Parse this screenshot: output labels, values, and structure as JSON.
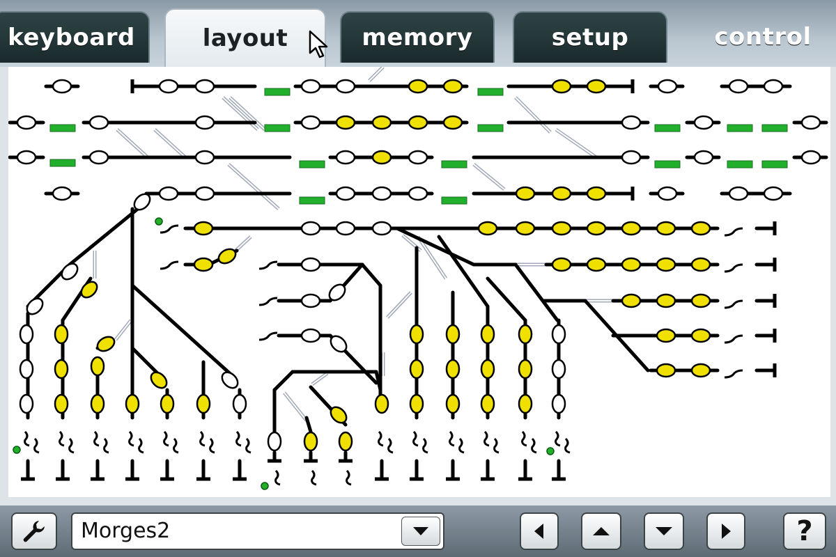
{
  "tabs": [
    {
      "label": "keyboard",
      "active": false
    },
    {
      "label": "layout",
      "active": true
    },
    {
      "label": "memory",
      "active": false
    },
    {
      "label": "setup",
      "active": false
    },
    {
      "label": "control",
      "active": false
    }
  ],
  "bottom_bar": {
    "layout_name": "Morges2",
    "help_label": "?",
    "icons": {
      "settings": "wrench-icon",
      "dropdown": "chevron-down-icon",
      "left": "arrow-left-icon",
      "up": "arrow-up-icon",
      "down": "arrow-down-icon",
      "right": "arrow-right-icon"
    }
  },
  "colors": {
    "track": "#000000",
    "occupied": "#f0e000",
    "free": "#ffffff",
    "block_indicator": "#22b02c",
    "diverging": "#a0a8b8",
    "canvas": "#ffffff"
  }
}
